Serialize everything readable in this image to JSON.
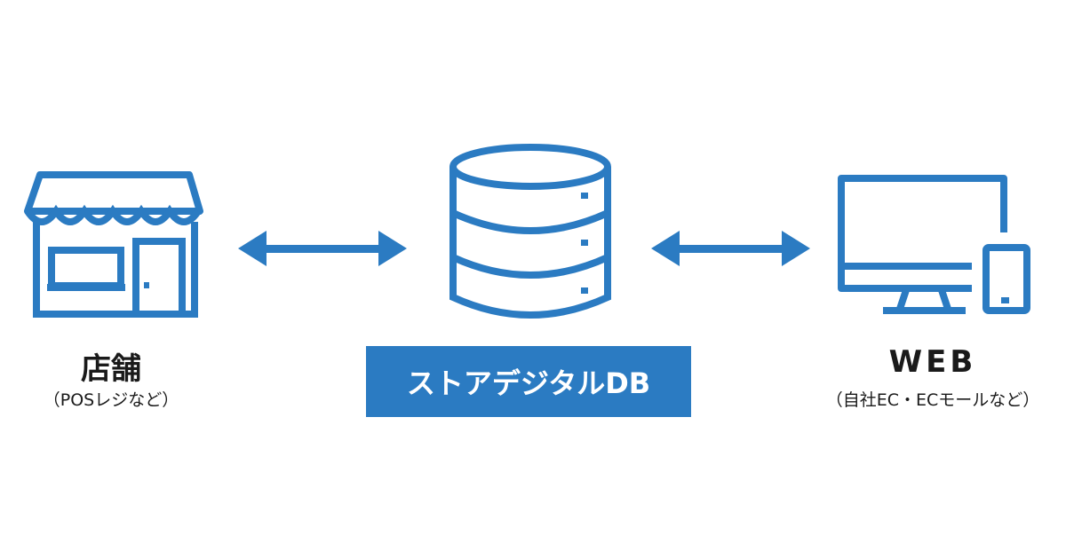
{
  "colors": {
    "accent": "#2b7bc2",
    "text": "#1a1a1a",
    "background": "#ffffff"
  },
  "store": {
    "icon": "store-icon",
    "title": "店舗",
    "subtitle": "（POSレジなど）"
  },
  "database": {
    "icon": "database-icon",
    "label": "ストアデジタルDB"
  },
  "web": {
    "icon": "monitor-smartphone-icon",
    "title": "WEB",
    "subtitle": "（自社EC・ECモールなど）"
  },
  "arrows": [
    "bidirectional-arrow",
    "bidirectional-arrow"
  ]
}
